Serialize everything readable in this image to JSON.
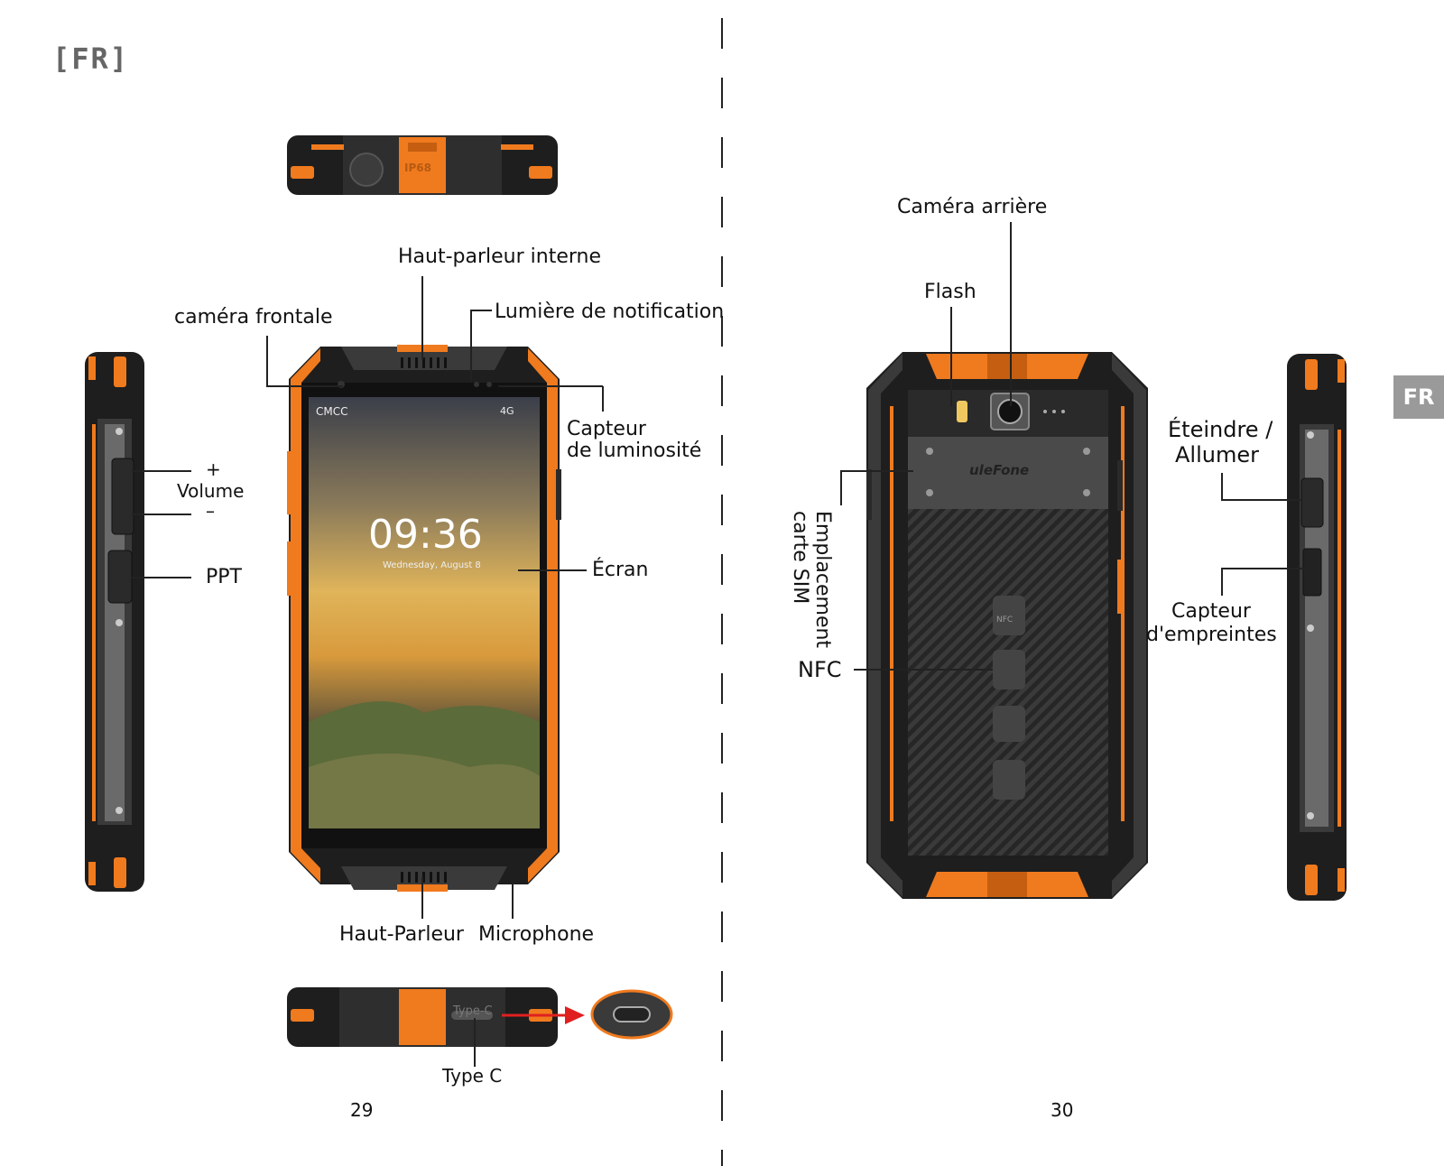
{
  "page": {
    "language_tag": "[FR]",
    "side_tab": "FR",
    "left_page_number": "29",
    "right_page_number": "30"
  },
  "left_page": {
    "labels": {
      "front_camera": "caméra frontale",
      "earpiece": "Haut-parleur interne",
      "notification_light": "Lumière de notification",
      "light_sensor_line1": "Capteur",
      "light_sensor_line2": "de luminosité",
      "volume_plus": "+",
      "volume": "Volume",
      "volume_minus": "–",
      "ptt": "PPT",
      "screen": "Écran",
      "loudspeaker": "Haut-Parleur",
      "microphone": "Microphone",
      "usb": "Type C"
    },
    "screen": {
      "carrier": "CMCC",
      "network": "4G",
      "time": "09:36",
      "date": "Wednesday, August 8"
    },
    "top_edge_text": "IP68",
    "bottom_edge_text": "Type-C"
  },
  "right_page": {
    "labels": {
      "rear_camera": "Caméra arrière",
      "flash": "Flash",
      "sim_slot_line1": "Emplacement",
      "sim_slot_line2": "carte SIM",
      "nfc": "NFC",
      "power_line1": "Éteindre /",
      "power_line2": "Allumer",
      "fingerprint_line1": "Capteur",
      "fingerprint_line2": "d'empreintes"
    },
    "brand": "uleFone",
    "nfc_badge": "NFC"
  },
  "colors": {
    "accent_orange": "#f07a1e",
    "phone_black": "#1e1e1e",
    "phone_dark": "#2b2b2b",
    "phone_gray": "#5a5a5a",
    "tab_gray": "#9a9a9a",
    "arrow_red": "#e02020"
  }
}
